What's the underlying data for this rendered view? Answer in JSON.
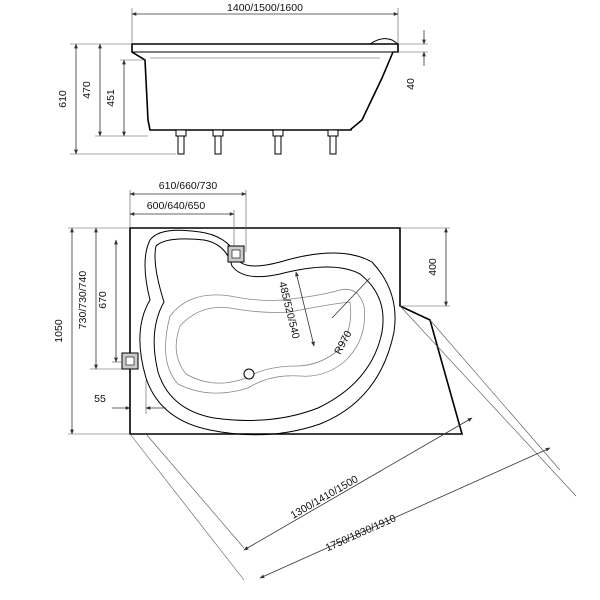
{
  "side_view": {
    "length_label": "1400/1500/1600",
    "total_height_label": "610",
    "rim_height_label": "470",
    "depth_label": "451",
    "rim_thickness_label": "40"
  },
  "plan_view": {
    "width_a_label": "610/660/730",
    "width_b_label": "600/640/650",
    "height_label": "1050",
    "inner_height_a_label": "730/730/740",
    "inner_height_b_label": "670",
    "corner_offset_label": "400",
    "bowl_width_label": "485/520/540",
    "radius_label": "R970",
    "drain_offset_label": "55",
    "diagonal_a_label": "1300/1410/1500",
    "diagonal_b_label": "1750/1830/1910"
  }
}
